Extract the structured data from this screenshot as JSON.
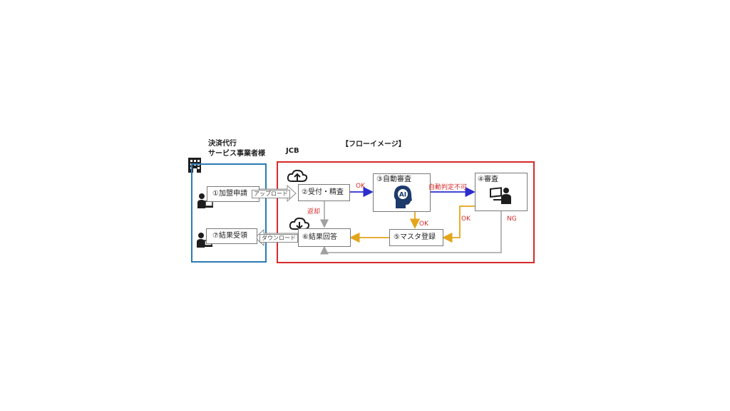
{
  "header": {
    "left_title_line1": "決済代行",
    "left_title_line2": "サービス事業者様",
    "right_title": "JCB",
    "flow_title": "【フローイメージ】"
  },
  "steps": {
    "s1": "①加盟申請",
    "s2": "②受付・精査",
    "s3": "③自動審査",
    "s4": "④審査",
    "s5": "⑤マスタ登録",
    "s6": "⑥結果回答",
    "s7": "⑦結果受領"
  },
  "labels": {
    "upload": "アップロード",
    "download": "ダウンロード",
    "ok_a": "OK",
    "ok_b": "OK",
    "ok_c": "OK",
    "ng": "NG",
    "auto_ng": "自動判定不可",
    "return": "返却",
    "ai": "AI"
  },
  "colors": {
    "left_panel": "#2a7bb5",
    "right_panel": "#d62a2a",
    "blue_arrow": "#2c2ccf",
    "orange_arrow": "#e3a51a",
    "gray_arrow": "#a0a0a0",
    "red_text": "#d62a2a"
  }
}
